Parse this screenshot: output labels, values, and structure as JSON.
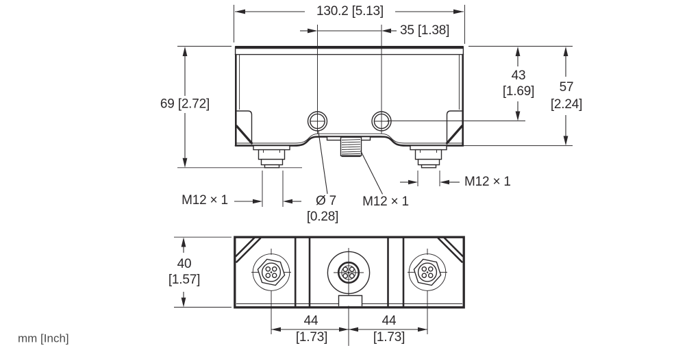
{
  "drawing": {
    "units_label": "mm [Inch]",
    "front_view": {
      "width_dim": "130.2 [5.13]",
      "hole_spacing_dim": "35 [1.38]",
      "height_dim": "69 [2.72]",
      "hole_height_dim_mm": "43",
      "hole_height_dim_inch": "[1.69]",
      "overall_height_dim_mm": "57",
      "overall_height_dim_inch": "[2.24]",
      "left_connector_thread": "M12 × 1",
      "center_connector_thread": "M12 × 1",
      "right_connector_thread": "M12 × 1",
      "hole_diameter_mm": "Ø 7",
      "hole_diameter_inch": "[0.28]"
    },
    "bottom_view": {
      "depth_dim_mm": "40",
      "depth_dim_inch": "[1.57]",
      "left_pitch_dim_mm": "44",
      "left_pitch_dim_inch": "[1.73]",
      "right_pitch_dim_mm": "44",
      "right_pitch_dim_inch": "[1.73]"
    }
  }
}
